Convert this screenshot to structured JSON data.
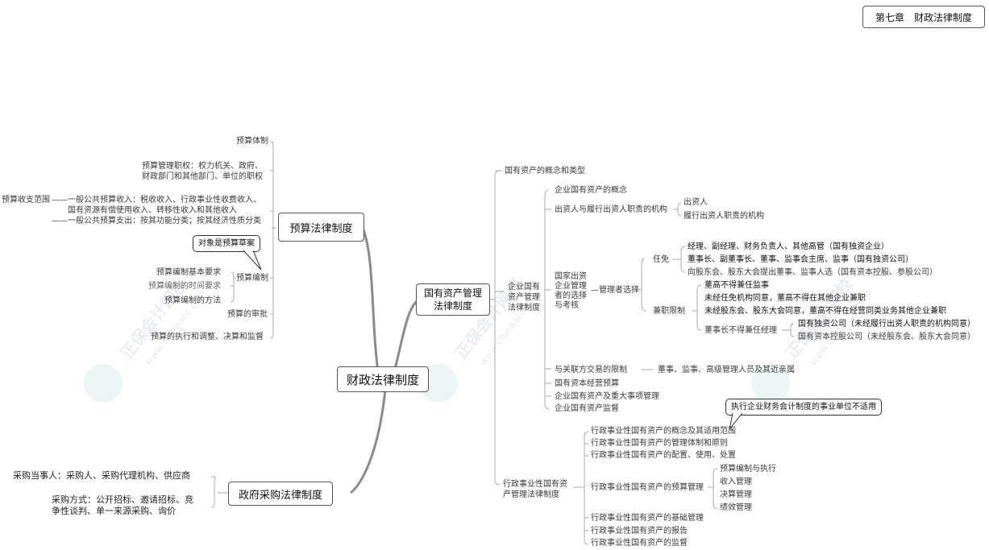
{
  "chapter_tag": "第七章　财政法律制度",
  "center": "财政法律制度",
  "watermark": {
    "cn": "正保会计网校",
    "url": "www.chinaacc.com"
  },
  "budget": {
    "title": "预算法律制度",
    "items": {
      "system": "预算体制",
      "duty_1": "预算管理职权：权力机关、政府、",
      "duty_2": "财政部门和其他部门、单位的职权",
      "scope_label": "预算收支范围",
      "scope_1": "——一般公共预算收入：税收收入、行政事业性收费收入、",
      "scope_2": "国有资源有偿使用收入、转移性收入和其他收入",
      "scope_3": "——一般公共预算支出：按其功能分类；按其经济性质分类",
      "callout": "对象是预算草案",
      "compile": "预算编制",
      "compile_1": "预算编制基本要求",
      "compile_2": "预算编制的时间要求",
      "compile_3": "预算编制的方法",
      "review": "预算的审批",
      "execute": "预算的执行和调整、决算和监督"
    }
  },
  "procure": {
    "title": "政府采购法律制度",
    "party": "采购当事人：采购人、采购代理机构、供应商",
    "method_1": "采购方式：公开招标、邀请招标、竞",
    "method_2": "争性谈判、单一来源采购、询价"
  },
  "state": {
    "title_1": "国有资产管理",
    "title_2": "法律制度",
    "concept": "国有资产的概念和类型",
    "ent": {
      "label_1": "企业国有",
      "label_2": "资产管理",
      "label_3": "法律制度",
      "concept": "企业国有资产的概念",
      "investor": "出资人与履行出资人职责的机构",
      "investor_1": "出资人",
      "investor_2": "履行出资人职责的机构",
      "select_label_1": "国家出资",
      "select_label_2": "企业管理",
      "select_label_3": "者的选择",
      "select_label_4": "与考核",
      "select": "管理者选择",
      "appoint": "任免",
      "appoint_1": "经理、副经理、财务负责人、其他高管（国有独资企业）",
      "appoint_2": "董事长、副董事长、董事、监事会主席、监事（国有独资公司）",
      "appoint_3": "向股东会、股东大会提出董事、监事人选（国有资本控股、参股公司）",
      "limit": "兼职限制",
      "limit_1": "董高不得兼任监事",
      "limit_2": "未经任免机构同意，董高不得在其他企业兼职",
      "limit_3": "未经股东会、股东大会同意，董高不得在经营同类业务其他企业兼职",
      "limit_4": "董事长不得兼任经理",
      "limit_4a": "国有独资公司（未经履行出资人职责的机构同意）",
      "limit_4b": "国有资本控股公司（未经股东会、股东大会同意）",
      "related": "与关联方交易的限制",
      "related_1": "董事、监事、高级管理人员及其近亲属",
      "budget": "国有资本经营预算",
      "major": "企业国有资产及重大事项管理",
      "supervise": "企业国有资产监督"
    },
    "admin": {
      "label_1": "行政事业性国有资",
      "label_2": "产管理法律制度",
      "callout": "执行企业财务会计制度的事业单位不适用",
      "i1": "行政事业性国有资产的概念及其适用范围",
      "i2": "行政事业性国有资产的管理体制和原则",
      "i3": "行政事业性国有资产的配置、使用、处置",
      "i4": "行政事业性国有资产的预算管理",
      "i4a": "预算编制与执行",
      "i4b": "收入管理",
      "i4c": "决算管理",
      "i4d": "绩效管理",
      "i5": "行政事业性国有资产的基础管理",
      "i6": "行政事业性国有资产的报告",
      "i7": "行政事业性国有资产的监督"
    }
  }
}
